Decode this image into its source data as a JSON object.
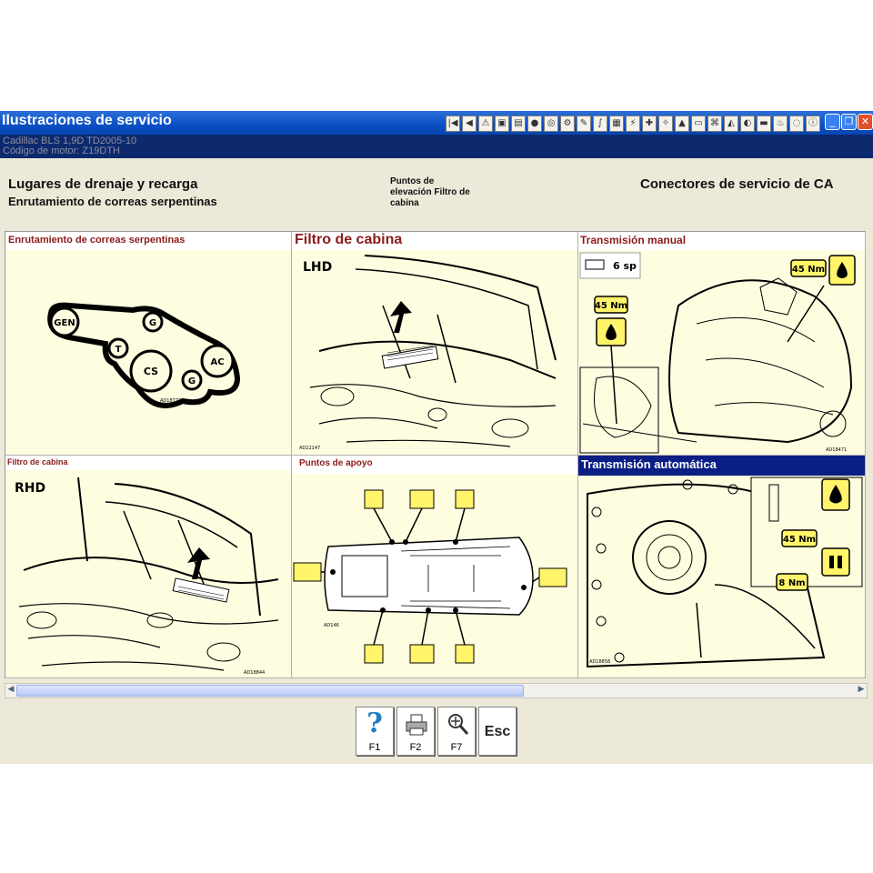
{
  "window": {
    "title": "Ilustraciones de servicio",
    "vehicle_line": "Cadillac BLS 1,9D TD2005-10",
    "engine_line": "Código de motor: Z19DTH"
  },
  "header": {
    "link_drain": "Lugares de drenaje y recarga",
    "link_belt": "Enrutamiento de correas serpentinas",
    "link_points": "Puntos de elevación Filtro de cabina",
    "link_ac": "Conectores de servicio de CA"
  },
  "panels": [
    {
      "title": "Enrutamiento de correas serpentinas",
      "labels": [
        "GEN",
        "G",
        "T",
        "CS",
        "G",
        "AC"
      ],
      "code": "AD18773"
    },
    {
      "title": "Filtro de cabina",
      "side": "LHD",
      "code": "AD22147"
    },
    {
      "title": "Transmisión manual",
      "speeds": "6 sp",
      "torque_top": "45 Nm",
      "torque_left": "45 Nm",
      "code": "AD18471"
    },
    {
      "title": "Filtro de cabina",
      "side": "RHD",
      "code": "AD18844"
    },
    {
      "title": "Puntos de apoyo",
      "code": "AD146"
    },
    {
      "title": "Transmisión automática",
      "torque_a": "45 Nm",
      "torque_b": "8 Nm",
      "code": "AD18858"
    }
  ],
  "function_keys": [
    {
      "label": "F1",
      "icon": "help-icon"
    },
    {
      "label": "F2",
      "icon": "printer-icon"
    },
    {
      "label": "F7",
      "icon": "zoom-icon"
    },
    {
      "label": "",
      "icon_text": "Esc"
    }
  ],
  "colors": {
    "titlebar": "#0a4fc4",
    "infobar": "#0d2a6e",
    "panel_bg": "#fefde0",
    "panel_title": "#8b1a1a",
    "auto_title_bg": "#0a1e84"
  }
}
